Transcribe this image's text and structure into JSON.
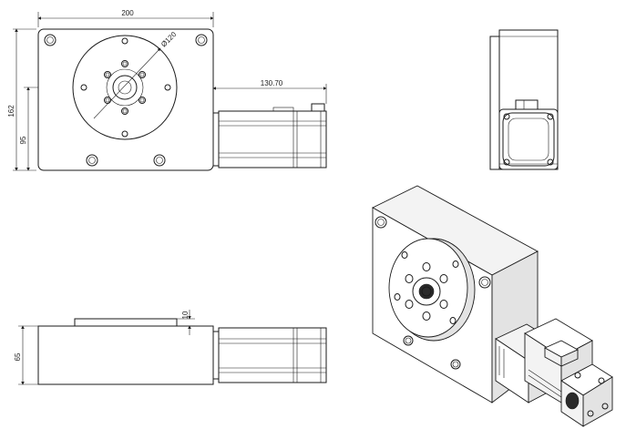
{
  "dimensions": {
    "plate_width": "200",
    "plate_height": "162",
    "center_height": "95",
    "flange_diameter": "Ø120",
    "motor_length": "130.70",
    "body_height": "65",
    "flange_thickness": "10"
  }
}
